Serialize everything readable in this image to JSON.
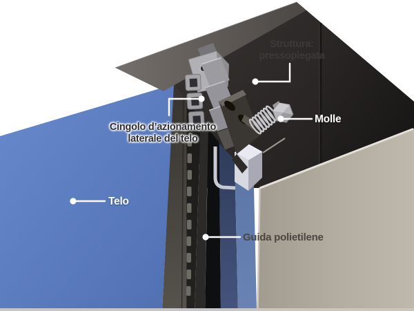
{
  "diagram": {
    "labels": {
      "struttura": {
        "line1": "Struttura:",
        "line2": "pressopiegata"
      },
      "cingolo": {
        "line1": "Cingolo d’azionamento",
        "line2": "laterale del telo"
      },
      "molle": "Molle",
      "telo": "Telo",
      "guida": "Guida polietilene"
    },
    "colors": {
      "fabric_blue": "#5b7cc0",
      "structure_dark_gray": "#2b2827",
      "profile_beige": "#b2aba0",
      "guide_slate_blue": "#5e7aab",
      "guide_navy": "#32405f",
      "metal_gray": "#a9a9ad",
      "polyethylene_white": "#d8d8e2",
      "leader_line": "#ffffff"
    }
  }
}
